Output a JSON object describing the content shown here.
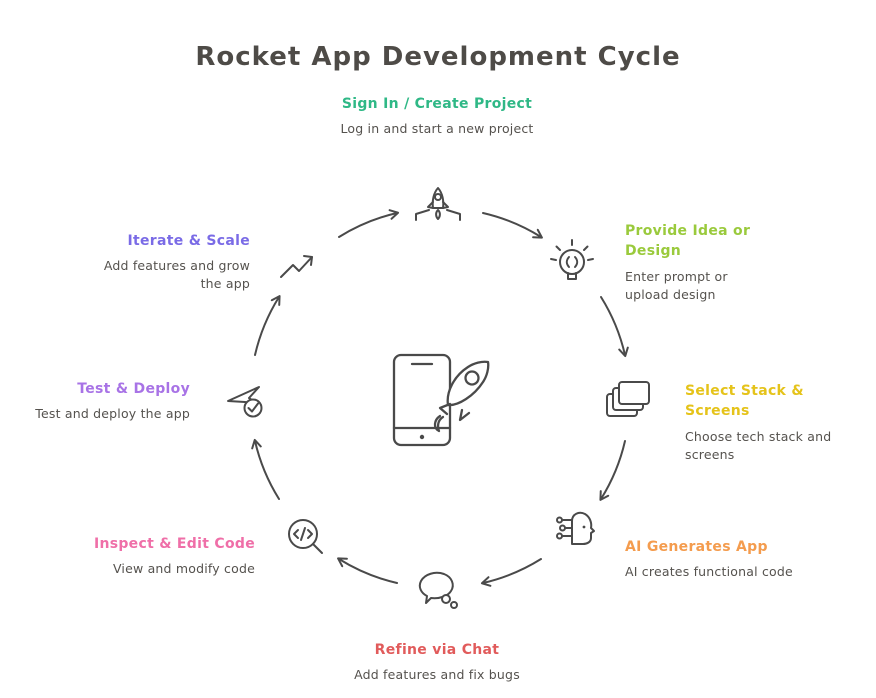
{
  "title": "Rocket App Development Cycle",
  "colors": {
    "ink": "#4A4A4A",
    "title": "#4E4B47",
    "subtitle": "#55524E",
    "background": "#FFFFFF"
  },
  "center_icon": "phone-rocket-icon",
  "steps": [
    {
      "id": "signin",
      "label": "Sign In / Create Project",
      "desc": "Log in and start a new project",
      "color": "#2FB886",
      "icon": "rocket-launch-icon",
      "position": "top"
    },
    {
      "id": "idea",
      "label": "Provide Idea or Design",
      "desc": "Enter prompt or upload design",
      "color": "#9ACA3C",
      "icon": "idea-bulb-icon",
      "position": "upper-right"
    },
    {
      "id": "stack",
      "label": "Select Stack & Screens",
      "desc": "Choose tech stack and screens",
      "color": "#E5C31A",
      "icon": "screens-stack-icon",
      "position": "right"
    },
    {
      "id": "generate",
      "label": "AI Generates App",
      "desc": "AI creates functional code",
      "color": "#F49C4E",
      "icon": "ai-head-icon",
      "position": "lower-right"
    },
    {
      "id": "refine",
      "label": "Refine via Chat",
      "desc": "Add features and fix bugs",
      "color": "#E15B5B",
      "icon": "chat-bubble-icon",
      "position": "bottom"
    },
    {
      "id": "inspect",
      "label": "Inspect & Edit Code",
      "desc": "View and modify code",
      "color": "#EF6FA8",
      "icon": "code-magnifier-icon",
      "position": "lower-left"
    },
    {
      "id": "deploy",
      "label": "Test & Deploy",
      "desc": "Test and deploy the app",
      "color": "#A873E6",
      "icon": "paper-plane-check-icon",
      "position": "left"
    },
    {
      "id": "iterate",
      "label": "Iterate & Scale",
      "desc": "Add features and grow the app",
      "color": "#7A6BE6",
      "icon": "trending-up-icon",
      "position": "upper-left"
    }
  ]
}
